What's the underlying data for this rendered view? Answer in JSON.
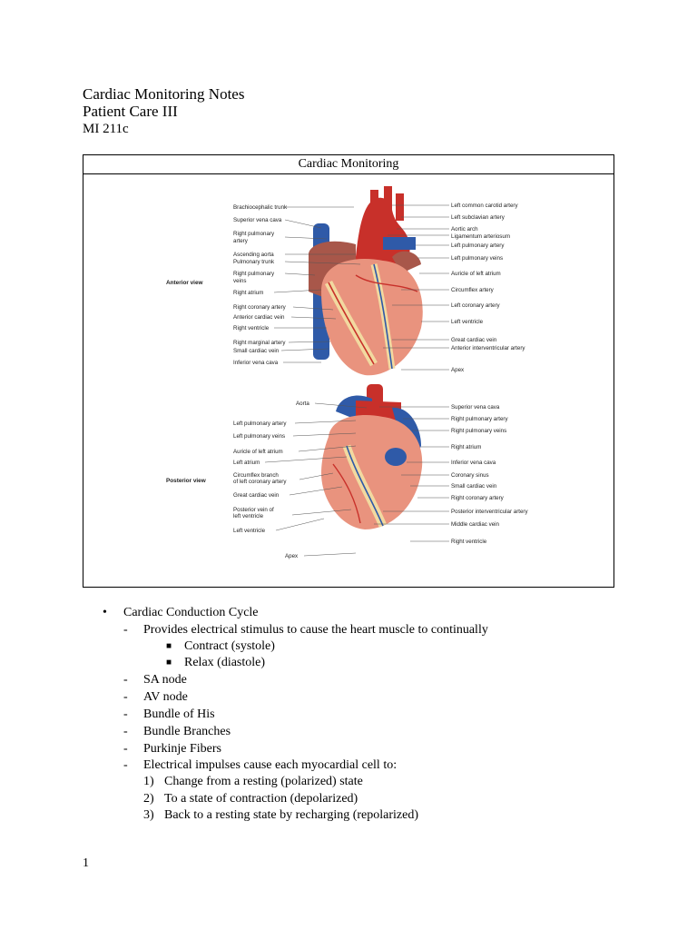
{
  "header": {
    "title": "Cardiac Monitoring Notes",
    "course": "Patient Care III",
    "code": "MI 211c"
  },
  "figure": {
    "box_title": "Cardiac Monitoring",
    "anterior": {
      "view_label": "Anterior view",
      "left_labels": [
        "Brachiocephalic trunk",
        "Superior vena cava",
        "Right pulmonary",
        "artery",
        "Ascending aorta",
        "Pulmonary trunk",
        "Right pulmonary",
        "veins",
        "Right atrium",
        "Right coronary artery",
        "Anterior cardiac vein",
        "Right ventricle",
        "Right marginal artery",
        "Small cardiac vein",
        "Inferior vena cava"
      ],
      "right_labels": [
        "Left common carotid artery",
        "Left subclavian artery",
        "Aortic arch",
        "Ligamentum arteriosum",
        "Left pulmonary artery",
        "Left pulmonary veins",
        "Auricle of left atrium",
        "Circumflex artery",
        "Left coronary artery",
        "Left ventricle",
        "Great cardiac vein",
        "Anterior interventricular artery",
        "Apex"
      ]
    },
    "posterior": {
      "view_label": "Posterior view",
      "left_labels": [
        "Aorta",
        "Left pulmonary artery",
        "Left pulmonary veins",
        "Auricle of left atrium",
        "Left atrium",
        "Circumflex branch",
        "of left coronary artery",
        "Great cardiac vein",
        "Posterior vein of",
        "left ventricle",
        "Left ventricle",
        "Apex"
      ],
      "right_labels": [
        "Superior vena cava",
        "Right pulmonary artery",
        "Right pulmonary veins",
        "Right atrium",
        "Inferior vena cava",
        "Coronary sinus",
        "Small cardiac vein",
        "Right coronary artery",
        "Posterior interventricular artery",
        "Middle cardiac vein",
        "Right ventricle"
      ]
    },
    "colors": {
      "artery": "#c8302a",
      "vein": "#2f5aa8",
      "muscle": "#e9937e",
      "fat": "#f2d9a0",
      "atrium": "#a8574a"
    }
  },
  "notes": {
    "bullet": "Cardiac Conduction Cycle",
    "items": [
      {
        "level": "dash",
        "text": "Provides electrical stimulus to cause the heart muscle to continually"
      },
      {
        "level": "square",
        "text": "Contract (systole)"
      },
      {
        "level": "square",
        "text": "Relax (diastole)"
      },
      {
        "level": "dash",
        "text": "SA node"
      },
      {
        "level": "dash",
        "text": "AV node"
      },
      {
        "level": "dash",
        "text": "Bundle of His"
      },
      {
        "level": "dash",
        "text": "Bundle Branches"
      },
      {
        "level": "dash",
        "text": "Purkinje Fibers"
      },
      {
        "level": "dash",
        "text": "Electrical impulses cause each myocardial cell to:"
      },
      {
        "level": "num",
        "marker": "1)",
        "text": "Change from a resting (polarized) state"
      },
      {
        "level": "num",
        "marker": "2)",
        "text": "To a state of contraction (depolarized)"
      },
      {
        "level": "num",
        "marker": "3)",
        "text": "Back to a resting state by recharging (repolarized)"
      }
    ]
  },
  "page_number": "1"
}
